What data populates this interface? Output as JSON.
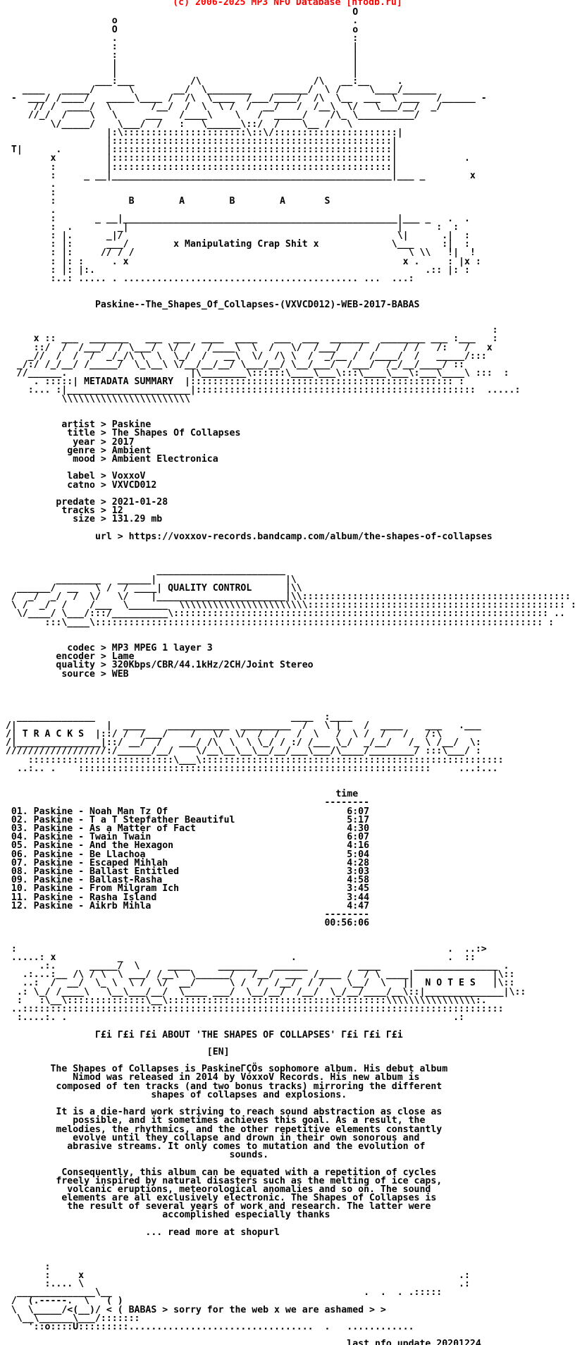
{
  "header": {
    "copyright": "(c) 2006-2025 MP3 NFO Database [nfodb.ru]"
  },
  "colors": {
    "text": "#000000",
    "copyright": "#ff0000",
    "background": "#ffffff"
  },
  "logo": {
    "letters": "B        A        B        A       S",
    "tagline": "x Manipulating Crap Shit x"
  },
  "release_name": "Paskine--The_Shapes_Of_Collapses-(VXVCD012)-WEB-2017-BABAS",
  "sections": {
    "metadata_title": "METADATA SUMMARY",
    "quality_title": "QUALITY CONTROL",
    "tracks_title": "T R A C K S",
    "notes_title": "N O T E S"
  },
  "metadata": {
    "artist_label": "artist",
    "artist": "Paskine",
    "title_label": "title",
    "title": "The Shapes Of Collapses",
    "year_label": "year",
    "year": "2017",
    "genre_label": "genre",
    "genre": "Ambient",
    "mood_label": "mood",
    "mood": "Ambient Electronica",
    "label_label": "label",
    "label": "VoxxoV",
    "catno_label": "catno",
    "catno": "VXVCD012",
    "predate_label": "predate",
    "predate": "2021-01-28",
    "tracks_label": "tracks",
    "tracks": "12",
    "size_label": "size",
    "size": "131.29 mb",
    "url_label": "url",
    "url": "https://voxxov-records.bandcamp.com/album/the-shapes-of-collapses"
  },
  "quality": {
    "codec_label": "codec",
    "codec": "MP3 MPEG 1 layer 3",
    "encoder_label": "encoder",
    "encoder": "Lame",
    "quality_label": "quality",
    "quality": "320Kbps/CBR/44.1kHz/2CH/Joint Stereo",
    "source_label": "source",
    "source": "WEB"
  },
  "tracklist": {
    "time_header": "time",
    "rule": "--------",
    "total": "00:56:06",
    "items": [
      {
        "no": "01.",
        "artist": "Paskine",
        "title": "Noah Man Tz Of",
        "time": "6:07"
      },
      {
        "no": "02.",
        "artist": "Paskine",
        "title": "T a T Stepfather Beautiful",
        "time": "5:17"
      },
      {
        "no": "03.",
        "artist": "Paskine",
        "title": "As a Matter of Fact",
        "time": "4:30"
      },
      {
        "no": "04.",
        "artist": "Paskine",
        "title": "Twain Twain",
        "time": "6:07"
      },
      {
        "no": "05.",
        "artist": "Paskine",
        "title": "And the Hexagon",
        "time": "4:16"
      },
      {
        "no": "06.",
        "artist": "Paskine",
        "title": "Be Llachoa",
        "time": "5:04"
      },
      {
        "no": "07.",
        "artist": "Paskine",
        "title": "Escaped Mihlah",
        "time": "4:28"
      },
      {
        "no": "08.",
        "artist": "Paskine",
        "title": "Ballast Entitled",
        "time": "3:03"
      },
      {
        "no": "09.",
        "artist": "Paskine",
        "title": "Ballast-Rasha",
        "time": "4:58"
      },
      {
        "no": "10.",
        "artist": "Paskine",
        "title": "From Milgram Ich",
        "time": "3:45"
      },
      {
        "no": "11.",
        "artist": "Paskine",
        "title": "Rasha Island",
        "time": "3:44"
      },
      {
        "no": "12.",
        "artist": "Paskine",
        "title": "Aikrb Mihla",
        "time": "4:47"
      }
    ]
  },
  "notes": {
    "about_heading": "Γ£i Γ£i Γ£i ABOUT 'THE SHAPES OF COLLAPSES' Γ£i Γ£i Γ£i",
    "lang": "[EN]",
    "para1": [
      "The Shapes of Collapses is PaskineΓÇÖs sophomore album. His debut album",
      "Nimod was released in 2014 by VoxxoV Records. His new album is",
      "composed of ten tracks (and two bonus tracks) mirroring the different",
      "shapes of collapses and explosions."
    ],
    "para2": [
      "It is a die-hard work striving to reach sound abstraction as close as",
      "possible, and it sometimes achieves this goal. As a result, the",
      "melodies, the rhythmics, and the other repetitive elements constantly",
      "evolve until they collapse and drown in their own sonorous and",
      "abrasive streams. It only comes to mutation and the evolution of",
      "sounds."
    ],
    "para3": [
      "Consequently, this album can be equated with a repetition of cycles",
      "freely inspired by natural disasters such as the melting of ice caps,",
      "volcanic eruptions, meteorological anomalies and so on. The sound",
      "elements are all exclusively electronic. The Shapes of Collapses is",
      "the result of several years of work and research. The latter were",
      "accomplished especially thanks"
    ],
    "read_more": "... read more at shopurl"
  },
  "footer": {
    "sorry": "< ( BABAS > sorry for the web x we are ashamed > >",
    "last_update": "last nfo update 20201224"
  }
}
